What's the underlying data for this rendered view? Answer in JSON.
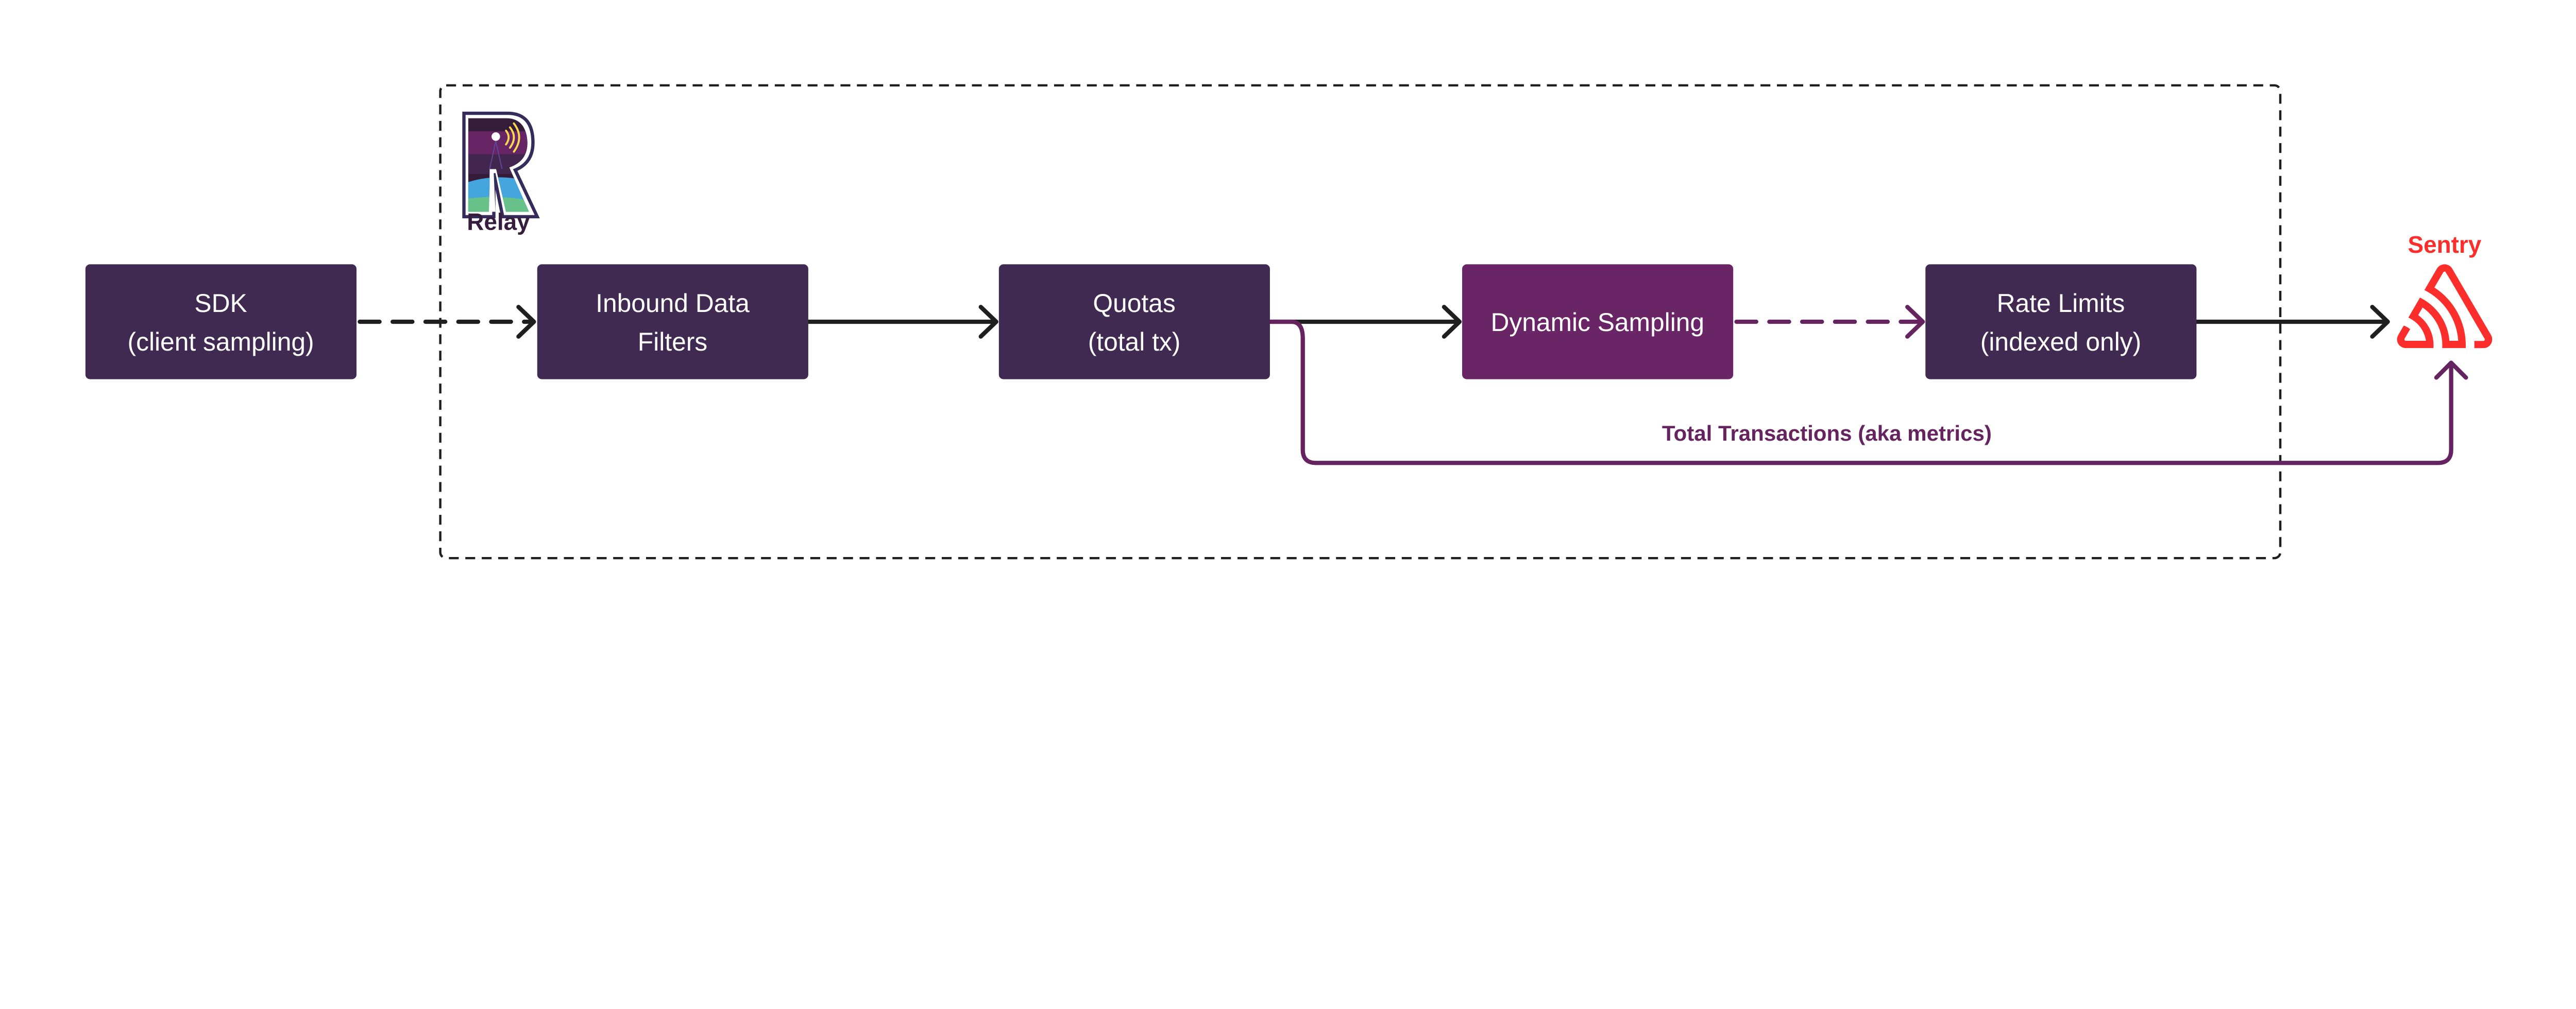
{
  "colors": {
    "box": "#412a52",
    "box_highlight": "#6a2566",
    "arrow": "#1f1f1f",
    "metrics_path": "#65235f",
    "sentry": "#fc2e2b",
    "relay_text": "#361d3d"
  },
  "relay": {
    "label": "Relay",
    "icon": "relay-logo"
  },
  "sentry": {
    "label": "Sentry",
    "icon": "sentry-logo"
  },
  "nodes": [
    {
      "id": "sdk",
      "line1": "SDK",
      "line2": "(client sampling)"
    },
    {
      "id": "inbound",
      "line1": "Inbound Data",
      "line2": "Filters"
    },
    {
      "id": "quotas",
      "line1": "Quotas",
      "line2": "(total tx)"
    },
    {
      "id": "dynamic",
      "line1": "Dynamic Sampling",
      "line2": ""
    },
    {
      "id": "ratelimits",
      "line1": "Rate Limits",
      "line2": "(indexed only)"
    }
  ],
  "edges": [
    {
      "from": "sdk",
      "to": "inbound",
      "style": "dashed"
    },
    {
      "from": "inbound",
      "to": "quotas",
      "style": "solid"
    },
    {
      "from": "quotas",
      "to": "dynamic",
      "style": "solid"
    },
    {
      "from": "dynamic",
      "to": "ratelimits",
      "style": "dashed-purple"
    },
    {
      "from": "ratelimits",
      "to": "sentry",
      "style": "solid"
    },
    {
      "from": "quotas",
      "to": "sentry",
      "style": "solid-purple",
      "label": "Total Transactions (aka metrics)"
    }
  ]
}
